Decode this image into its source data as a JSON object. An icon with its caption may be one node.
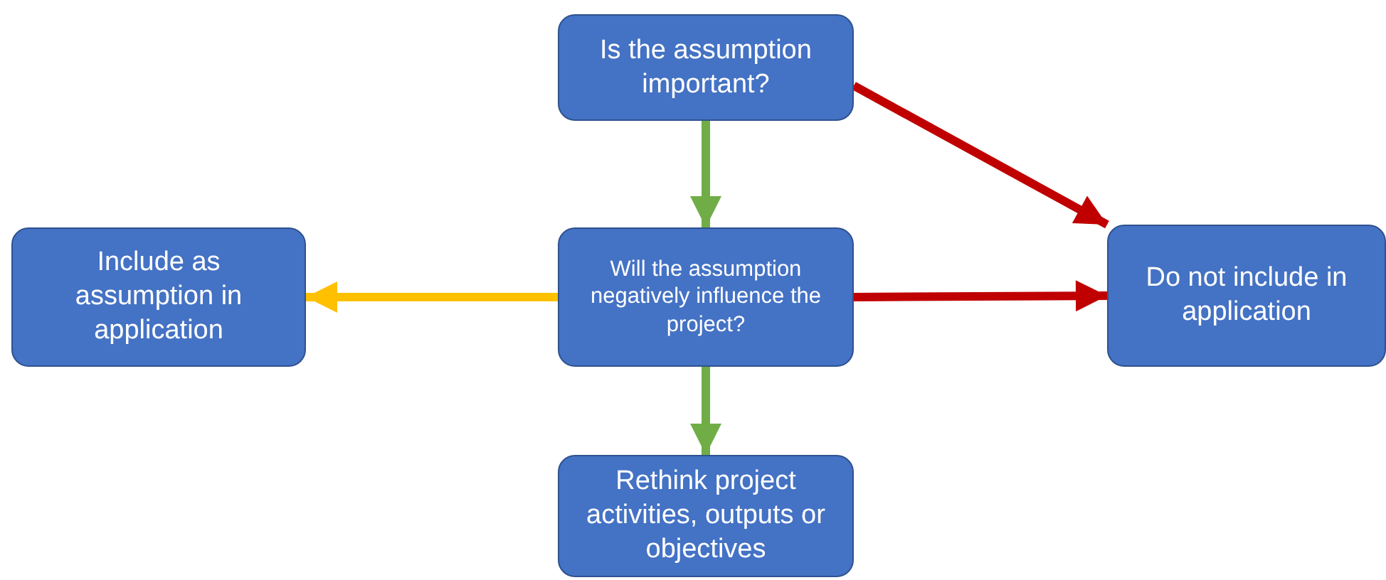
{
  "diagram": {
    "nodes": [
      {
        "text": [
          "Is the assumption important?"
        ]
      },
      {
        "text": [
          "Will the assumption negatively influence the project?"
        ]
      },
      {
        "text": [
          "Include as assumption in application"
        ]
      },
      {
        "text": [
          "Do not include in application"
        ]
      },
      {
        "text": [
          "Rethink project activities, outputs or objectives"
        ]
      }
    ],
    "edges": [
      {
        "from": 0,
        "to": 1,
        "arrow": "to",
        "color": "#70ad47"
      },
      {
        "from": 0,
        "to": 3,
        "arrow": "to",
        "color": "#c00000"
      },
      {
        "from": 1,
        "to": 2,
        "arrow": "to",
        "color": "#ffc000"
      },
      {
        "from": 1,
        "to": 3,
        "arrow": "to",
        "color": "#c00000"
      },
      {
        "from": 1,
        "to": 4,
        "arrow": "to",
        "color": "#70ad47"
      }
    ]
  }
}
